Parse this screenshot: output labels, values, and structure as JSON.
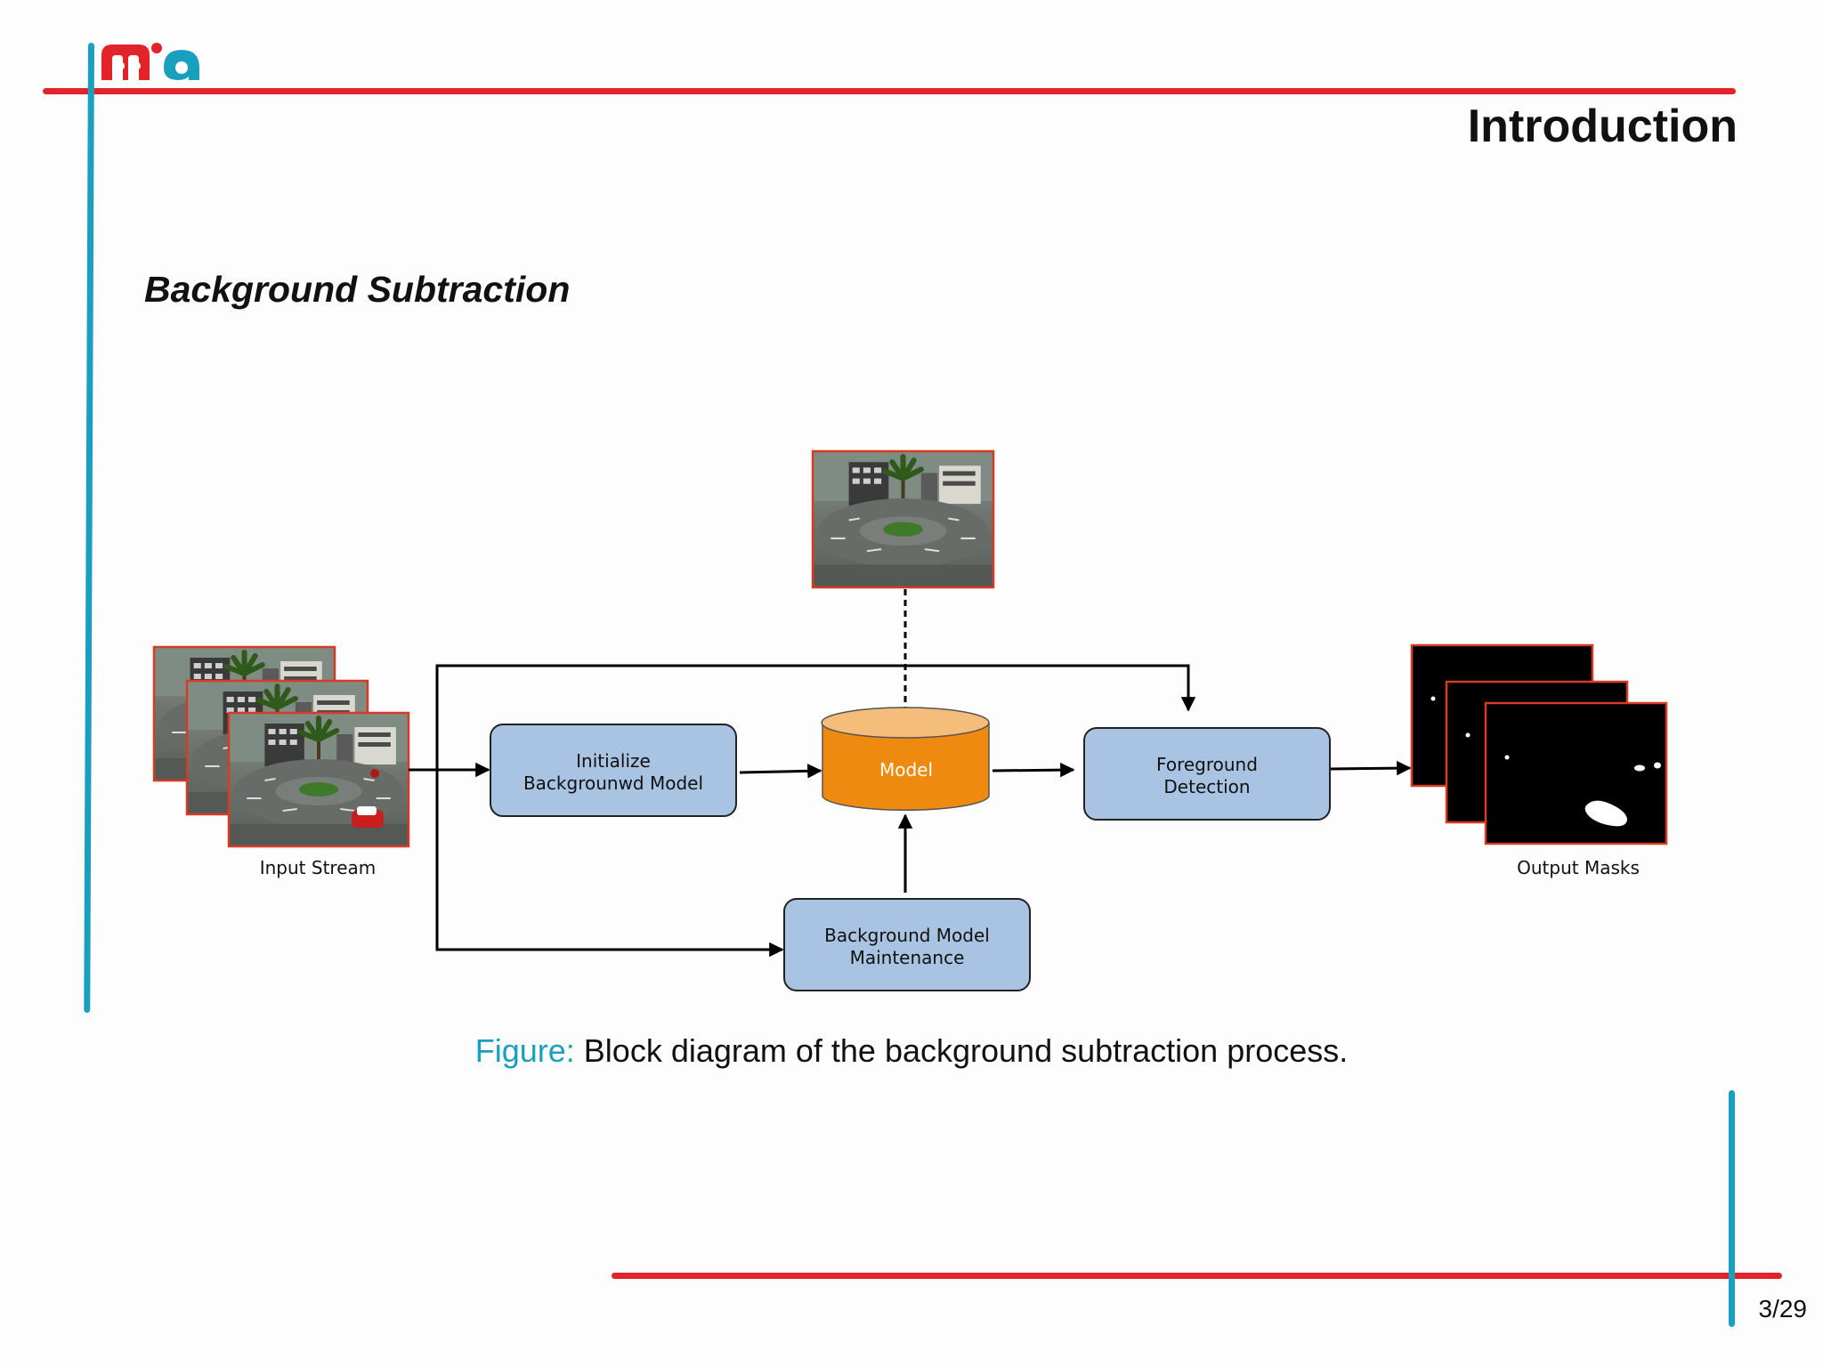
{
  "slide": {
    "title": "Introduction",
    "section_heading": "Background Subtraction",
    "page_number": "3/29"
  },
  "figure": {
    "caption_label": "Figure:",
    "caption_text": " Block diagram of the background subtraction process.",
    "nodes": {
      "initialize": [
        "Initialize",
        "Backgrounwd Model"
      ],
      "model": "Model",
      "foreground": [
        "Foreground",
        "Detection"
      ],
      "maintenance": [
        "Background Model",
        "Maintenance"
      ]
    },
    "input_label": "Input Stream",
    "output_label": "Output Masks"
  },
  "colors": {
    "accent_red": "#e2232a",
    "accent_blue": "#1aa0bf",
    "node_fill": "#a9c3e2",
    "model_fill": "#ee8a10"
  }
}
